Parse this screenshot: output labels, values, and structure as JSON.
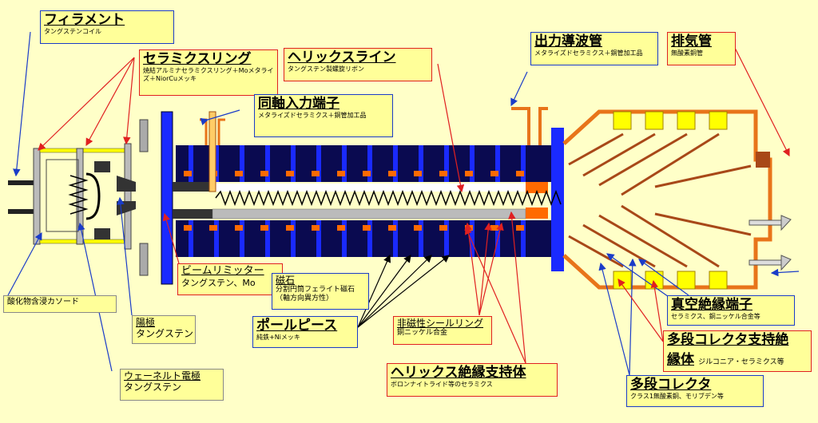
{
  "labels": {
    "filament": {
      "title": "フィラメント",
      "sub": "タングステンコイル"
    },
    "ceramic_ring": {
      "title": "セラミクスリング",
      "sub": "焼結アルミナセラミクスリング＋Moメタライズ＋NiorCuメッキ"
    },
    "helix_line": {
      "title": "ヘリックスライン",
      "sub": "タングステン製螺旋リボン"
    },
    "coax_input": {
      "title": "同軸入力端子",
      "sub": "メタライズドセラミクス＋銅管加工品"
    },
    "output_waveguide": {
      "title": "出力導波管",
      "sub": "メタライズドセラミクス＋銅管加工品"
    },
    "exhaust_tube": {
      "title": "排気管",
      "sub": "無酸素銅管"
    },
    "beam_limiter": {
      "title": "ビームリミッター",
      "sub": "タングステン、Mo"
    },
    "magnet": {
      "title": "磁石",
      "sub": "分割円筒フェライト磁石（軸方向異方性）"
    },
    "pole_piece": {
      "title": "ポールピース",
      "sub": "純鉄+Niメッキ"
    },
    "nonmag_seal": {
      "title": "非磁性シールリング",
      "sub": "銅ニッケル合金"
    },
    "helix_support": {
      "title": "ヘリックス絶縁支持体",
      "sub": "ボロンナイトライド等のセラミクス"
    },
    "vacuum_terminal": {
      "title": "真空絶縁端子",
      "sub": "セラミクス、銅ニッケル合金等"
    },
    "collector_support": {
      "title1": "多段コレクタ支持絶",
      "title2": "縁体",
      "sub": "ジルコニア・セラミクス等"
    },
    "collector": {
      "title": "多段コレクタ",
      "sub": "クラス1無酸素銅、モリブデン等"
    },
    "cathode": {
      "title": "酸化物含浸カソード"
    },
    "anode": {
      "title": "陽極",
      "sub": "タングステン"
    },
    "wehnelt": {
      "title": "ウェーネルト電極",
      "sub": "タングステン"
    }
  },
  "colors": {
    "background": "#ffffc8",
    "label_fill": "#ffff99",
    "magnet": "#0a0a50",
    "pole_piece": "#1a2aff",
    "seal_ring": "#ff6a00",
    "housing": "#a8a8a8",
    "ceramic": "#ffff00",
    "collector_wall": "#e8741a",
    "arrow_blue": "#1a3cc8",
    "arrow_red": "#e02020"
  }
}
